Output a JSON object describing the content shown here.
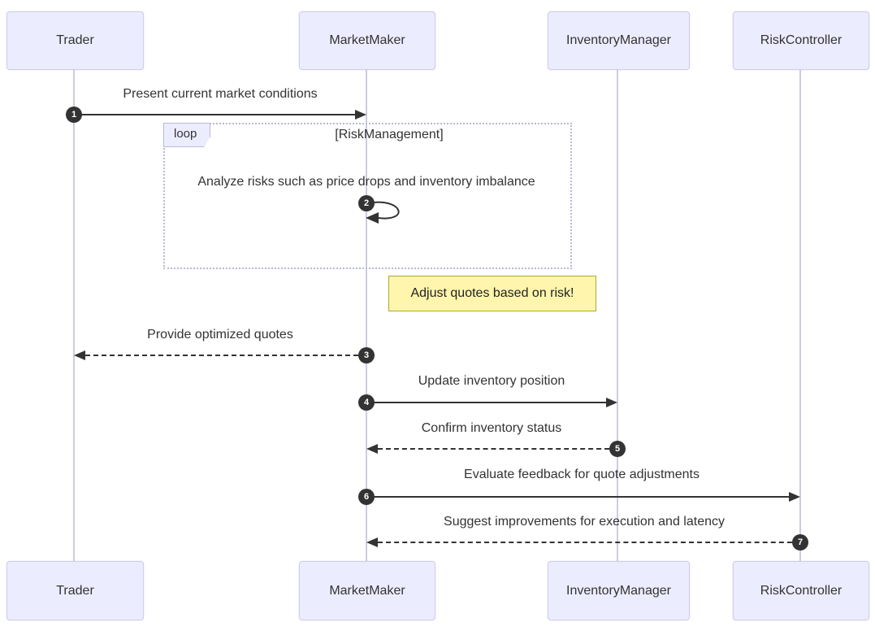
{
  "diagram": {
    "type": "sequence-diagram",
    "participants": [
      {
        "name": "Trader"
      },
      {
        "name": "MarketMaker"
      },
      {
        "name": "InventoryManager"
      },
      {
        "name": "RiskController"
      }
    ],
    "messages": [
      {
        "seq": "1",
        "from": "Trader",
        "to": "MarketMaker",
        "label": "Present current market conditions",
        "style": "solid"
      },
      {
        "seq": "2",
        "from": "MarketMaker",
        "to": "MarketMaker",
        "label": "Analyze risks such as price drops and inventory imbalance",
        "style": "self"
      },
      {
        "seq": "3",
        "from": "MarketMaker",
        "to": "Trader",
        "label": "Provide optimized quotes",
        "style": "dashed"
      },
      {
        "seq": "4",
        "from": "MarketMaker",
        "to": "InventoryManager",
        "label": "Update inventory position",
        "style": "solid"
      },
      {
        "seq": "5",
        "from": "InventoryManager",
        "to": "MarketMaker",
        "label": "Confirm inventory status",
        "style": "dashed"
      },
      {
        "seq": "6",
        "from": "MarketMaker",
        "to": "RiskController",
        "label": "Evaluate feedback for quote adjustments",
        "style": "solid"
      },
      {
        "seq": "7",
        "from": "RiskController",
        "to": "MarketMaker",
        "label": "Suggest improvements for execution and latency",
        "style": "dashed"
      }
    ],
    "loop": {
      "label": "loop",
      "condition": "[RiskManagement]"
    },
    "note": {
      "text": "Adjust quotes based on risk!"
    },
    "colors": {
      "background": "#FFFFFF",
      "participant_fill": "#ECECFF",
      "participant_border": "#CFCFE8",
      "lifeline": "#CCCCE0",
      "arrow": "#333333",
      "text": "#333333",
      "note_fill": "#FFF5AD",
      "note_border": "#AAAA33",
      "loop_border": "#B9B9D8",
      "badge_fill": "#333333",
      "badge_text": "#FFFFFF"
    }
  }
}
